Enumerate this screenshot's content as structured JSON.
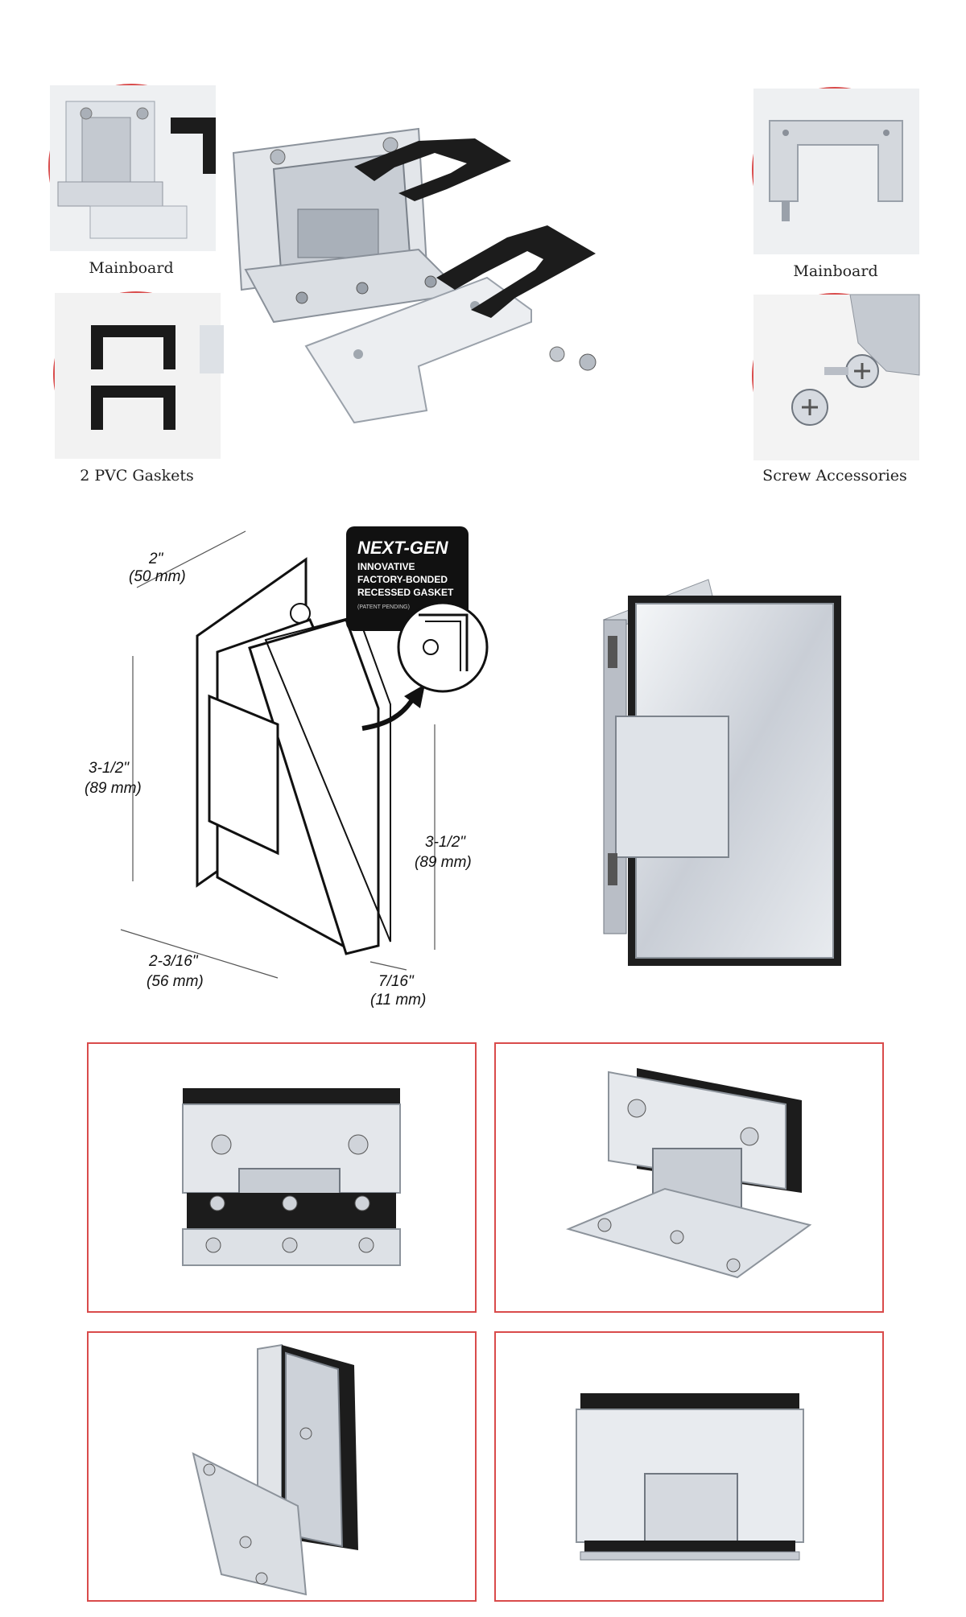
{
  "captions": {
    "mainboard_left": "Mainboard",
    "mainboard_right": "Mainboard",
    "gaskets": "2 PVC Gaskets",
    "screws": "Screw Accessories"
  },
  "diagram": {
    "width": "2\"",
    "width_mm": "(50 mm)",
    "height_left": "3-1/2\"",
    "height_left_mm": "(89 mm)",
    "height_right": "3-1/2\"",
    "height_right_mm": "(89 mm)",
    "depth": "2-3/16\"",
    "depth_mm": "(56 mm)",
    "thickness": "7/16\"",
    "thickness_mm": "(11 mm)"
  },
  "badge": {
    "title": "NEXT-GEN",
    "line1": "INNOVATIVE",
    "line2": "FACTORY-BONDED",
    "line3": "RECESSED GASKET",
    "note": "(PATENT PENDING)"
  },
  "colors": {
    "frame_border": "#d94b4b",
    "chrome": "#c9ced6",
    "gasket": "#1c1c1c"
  }
}
